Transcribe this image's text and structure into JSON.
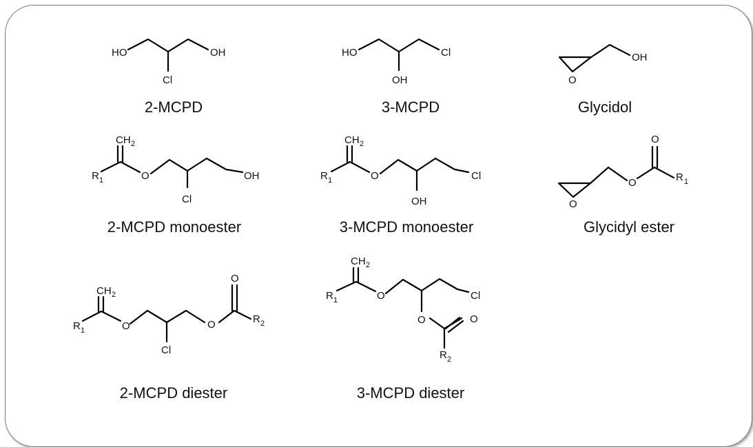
{
  "compounds": [
    {
      "name": "2-MCPD",
      "atoms": [
        "HO",
        "Cl",
        "OH"
      ]
    },
    {
      "name": "3-MCPD",
      "atoms": [
        "HO",
        "OH",
        "Cl"
      ]
    },
    {
      "name": "Glycidol",
      "atoms": [
        "O",
        "OH"
      ]
    },
    {
      "name": "2-MCPD monoester",
      "atoms": [
        "CH",
        "2",
        "R",
        "1",
        "O",
        "Cl",
        "OH"
      ]
    },
    {
      "name": "3-MCPD monoester",
      "atoms": [
        "CH",
        "2",
        "R",
        "1",
        "O",
        "OH",
        "Cl"
      ]
    },
    {
      "name": "Glycidyl ester",
      "atoms": [
        "O",
        "O",
        "O",
        "R",
        "1"
      ]
    },
    {
      "name": "2-MCPD diester",
      "atoms": [
        "CH",
        "2",
        "R",
        "1",
        "O",
        "Cl",
        "O",
        "O",
        "R",
        "2"
      ]
    },
    {
      "name": "3-MCPD diester",
      "atoms": [
        "CH",
        "2",
        "R",
        "1",
        "O",
        "Cl",
        "O",
        "O",
        "R",
        "2"
      ]
    }
  ]
}
